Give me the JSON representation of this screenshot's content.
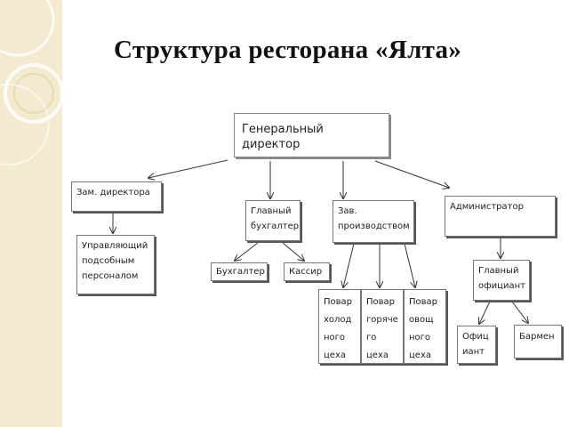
{
  "title": "Структура ресторана «Ялта»",
  "nodes": {
    "gen_director": "Генеральный директор",
    "deputy_director": "Зам. директора",
    "service_manager": "Управляющий\nподсобным\nперсоналом",
    "chief_accountant": "Главный\nбухгалтер",
    "accountant": "Бухгалтер",
    "cashier": "Кассир",
    "production_head": "Зав.\nпроизводством",
    "cook_cold": "Повар\nхолод\nного\nцеха",
    "cook_hot": "Повар\nгоряче\nго\nцеха",
    "cook_veg": "Повар\nовощ\nного\nцеха",
    "administrator": "Администратор",
    "head_waiter": "Главный\nофициант",
    "waiter": "Офиц\nиант",
    "barman": "Бармен"
  },
  "colors": {
    "strip": "#f3ead0",
    "stroke": "#333333"
  }
}
